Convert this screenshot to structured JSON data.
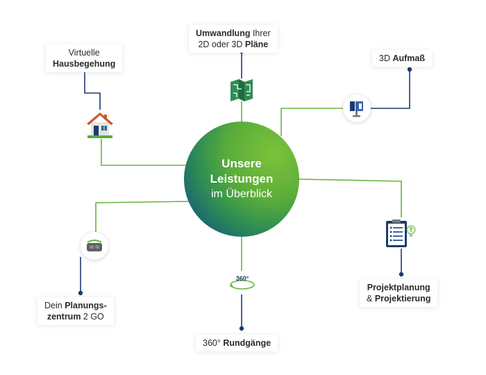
{
  "hub": {
    "line1": "Unsere",
    "line2": "Leistungen",
    "line3": "im Überblick"
  },
  "nodes": {
    "umwandlung": {
      "light1": "",
      "bold1": "Umwandlung",
      "light1b": " Ihrer",
      "light2": "2D oder 3D ",
      "bold2": "Pläne",
      "icon": "floor-plan-icon"
    },
    "hausbegehung": {
      "light1": "Virtuelle",
      "bold2": "Hausbegehung",
      "icon": "house-icon"
    },
    "aufmass": {
      "light1": "3D ",
      "bold1": "Aufmaß",
      "icon": "3d-scanner-icon"
    },
    "projektplanung": {
      "bold1": "Projektplanung",
      "light2": "& ",
      "bold2": "Projektierung",
      "icon": "clipboard-checklist-icon"
    },
    "rundgaenge": {
      "light1": "360° ",
      "bold1": "Rundgänge",
      "icon": "360-icon",
      "badge": "360°"
    },
    "planungszentrum": {
      "light1": "Dein ",
      "bold1": "Planungs-",
      "bold2": "zentrum",
      "light2": " 2 GO",
      "icon": "vr-headset-icon"
    }
  },
  "colors": {
    "green": "#69b33e",
    "navy": "#1a3b6e",
    "hub_green": "#7cc23a",
    "hub_blue": "#0f4d80"
  }
}
